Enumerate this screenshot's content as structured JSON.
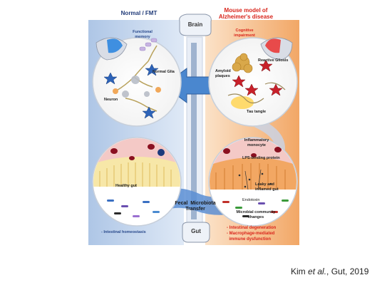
{
  "headers": {
    "left_title": "Normal / FMT",
    "right_title_line1": "Mouse model of",
    "right_title_line2": "Alzheimer's disease"
  },
  "organs": {
    "brain": "Brain",
    "gut": "Gut"
  },
  "left_brain": {
    "title_line1": "Functional",
    "title_line2": "memory",
    "normal_glia": "Normal Glia",
    "neuron": "Neuron"
  },
  "right_brain": {
    "title_line1": "Cognitive",
    "title_line2": "impairment",
    "amyloid_line1": "Amyloid",
    "amyloid_line2": "plaques",
    "gliosis": "Reactive Gliosis",
    "tau": "Tau tangle"
  },
  "left_gut": {
    "healthy": "Healthy gut",
    "bullet": "- Intestinal homeostasis"
  },
  "right_gut": {
    "monocyte_line1": "Inflammatory",
    "monocyte_line2": "monocyte",
    "lps": "LPS-binding protein",
    "leaky_line1": "Leaky and",
    "leaky_line2": "inflamed gut",
    "endotoxin": "Endotoxin",
    "microbial_line1": "Microbial community",
    "microbial_line2": "changes",
    "bullet1": "- Intestinal degeneration",
    "bullet2": "- Macrophage-mediated",
    "bullet3": "  immune dysfunction"
  },
  "fmt": {
    "line1": "Fecal  Microbiota",
    "line2": "Transfer"
  },
  "citation": {
    "author": "Kim",
    "etal": "et al.",
    "rest": ", Gut, 2019"
  },
  "colors": {
    "left_title": "#1f3a78",
    "right_title": "#d9261c",
    "left_panel": "#bfd3ec",
    "right_panel": "#f6c08f",
    "bullet_red": "#d9261c",
    "bullet_blue": "#2a4a8c"
  }
}
